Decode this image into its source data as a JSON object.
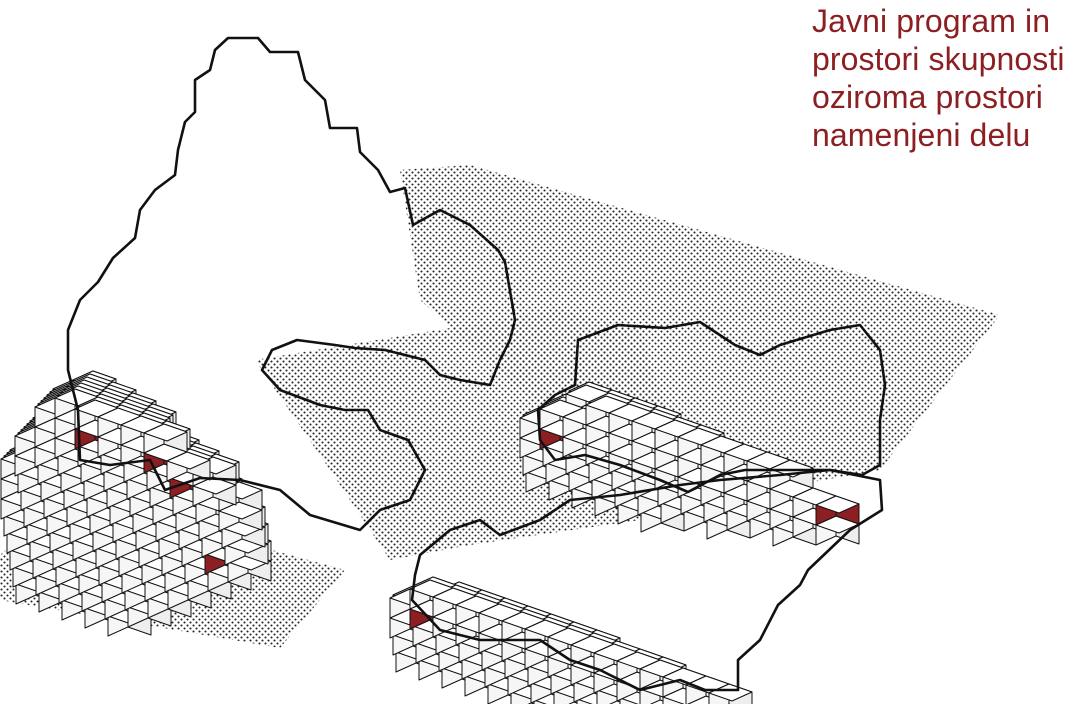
{
  "legend": {
    "lines": [
      "Javni program in",
      "prostori skupnosti",
      "oziroma prostori",
      "namenjeni delu"
    ]
  },
  "colors": {
    "accent": "#8c1f22",
    "outline": "#111111",
    "face_top": "#ffffff",
    "face_side": "#f6f6f6",
    "face_front": "#eeeeee",
    "hatch_dot": "#222222"
  },
  "illustration": {
    "style": "isometric voxel massing",
    "buildings": [
      "west-triangle-building",
      "east-crescent-building",
      "south-crescent-building"
    ],
    "ground_patches": [
      "north-east-ground",
      "central-ground",
      "south-west-ground"
    ]
  }
}
